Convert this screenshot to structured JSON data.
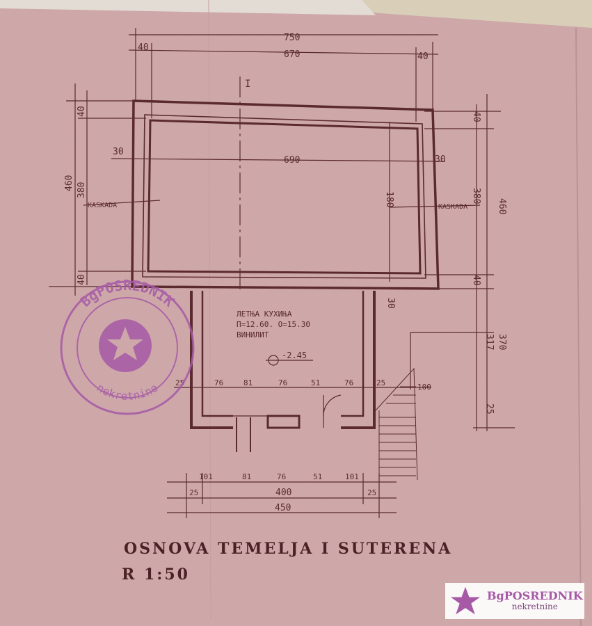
{
  "plan": {
    "dims": {
      "top_total": "750",
      "top_inner": "670",
      "top_left": "40",
      "top_right": "40",
      "inner_width": "690",
      "wall_left": "30",
      "wall_right": "30",
      "left_total": "460",
      "left_inner": "380",
      "left_top": "40",
      "left_bottom": "40",
      "right_total": "460",
      "right_inner": "380",
      "right_top": "40",
      "right_bottom": "40",
      "inner_height": "180",
      "lower_right_a": "317",
      "lower_right_b": "370",
      "lower_right_c": "25",
      "lower_mid": "30",
      "seg_a": "25",
      "seg_b": "76",
      "seg_c": "81",
      "seg_d": "76",
      "seg_e": "51",
      "seg_f": "76",
      "seg_g": "25",
      "seg_h": "100",
      "bot_a": "101",
      "bot_b": "81",
      "bot_c": "76",
      "bot_d": "51",
      "bot_e": "101",
      "bot_left": "25",
      "bot_mid": "400",
      "bot_right": "25",
      "bot_total": "450",
      "kaskada_left": "KASKADA",
      "kaskada_right": "KASKADA",
      "room_name": "ЛЕТЊА КУХИЊА",
      "room_spec": "П=12.60. О=15.30",
      "room_floor": "ВИНИЛИТ",
      "level": "-2.45",
      "section_mark": "I"
    },
    "stamp": {
      "brand": "BgPOSREDNIK",
      "sub": "nekretnine"
    }
  },
  "title": {
    "line1": "OSNOVA   TEMELJA   I SUTERENA",
    "line2": "R   1:50"
  },
  "watermark": {
    "brand": "BgPOSREDNIK",
    "sub": "nekretnine"
  },
  "colors": {
    "paper": "#cfa9aa",
    "ink": "#5a2a2e",
    "stamp": "#a65aa6"
  }
}
